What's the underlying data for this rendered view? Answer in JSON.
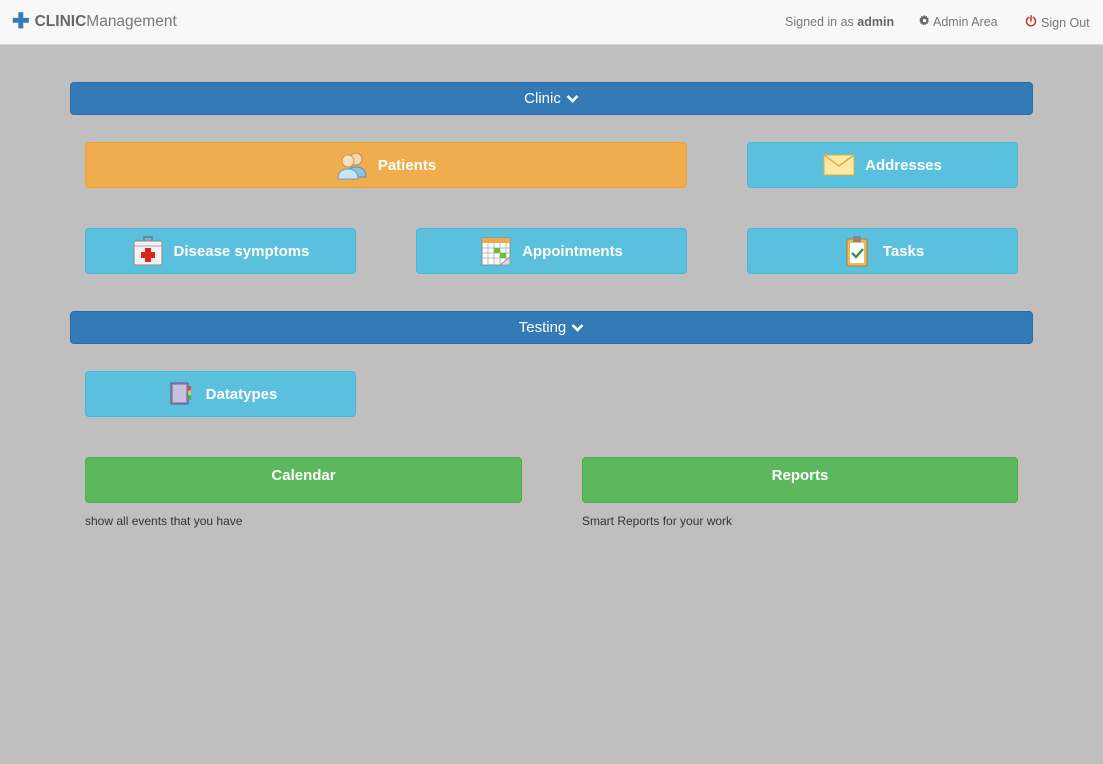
{
  "navbar": {
    "brand_strong": "CLINIC",
    "brand_rest": "Management",
    "signed_in_prefix": "Signed in as",
    "signed_in_user": "admin",
    "admin_area": "Admin Area",
    "sign_out": "Sign Out"
  },
  "sections": {
    "clinic": "Clinic",
    "testing": "Testing"
  },
  "tiles": {
    "patients": "Patients",
    "addresses": "Addresses",
    "disease_symptoms": "Disease symptoms",
    "appointments": "Appointments",
    "tasks": "Tasks",
    "datatypes": "Datatypes"
  },
  "bigbuttons": {
    "calendar": "Calendar",
    "calendar_desc": "show all events that you have",
    "reports": "Reports",
    "reports_desc": "Smart Reports for your work"
  },
  "colors": {
    "background": "#bfbfbf",
    "primary": "#337ab7",
    "info": "#5bc0de",
    "warning": "#f0ad4e",
    "success": "#5cb85c"
  },
  "icons": {
    "brand": "plus-icon",
    "admin": "gear-icon",
    "signout": "power-icon",
    "section": "chevron-down-icon",
    "patients": "patients-icon",
    "addresses": "envelope-icon",
    "disease_symptoms": "medical-kit-icon",
    "appointments": "calendar-grid-icon",
    "tasks": "clipboard-check-icon",
    "datatypes": "notebook-icon"
  }
}
